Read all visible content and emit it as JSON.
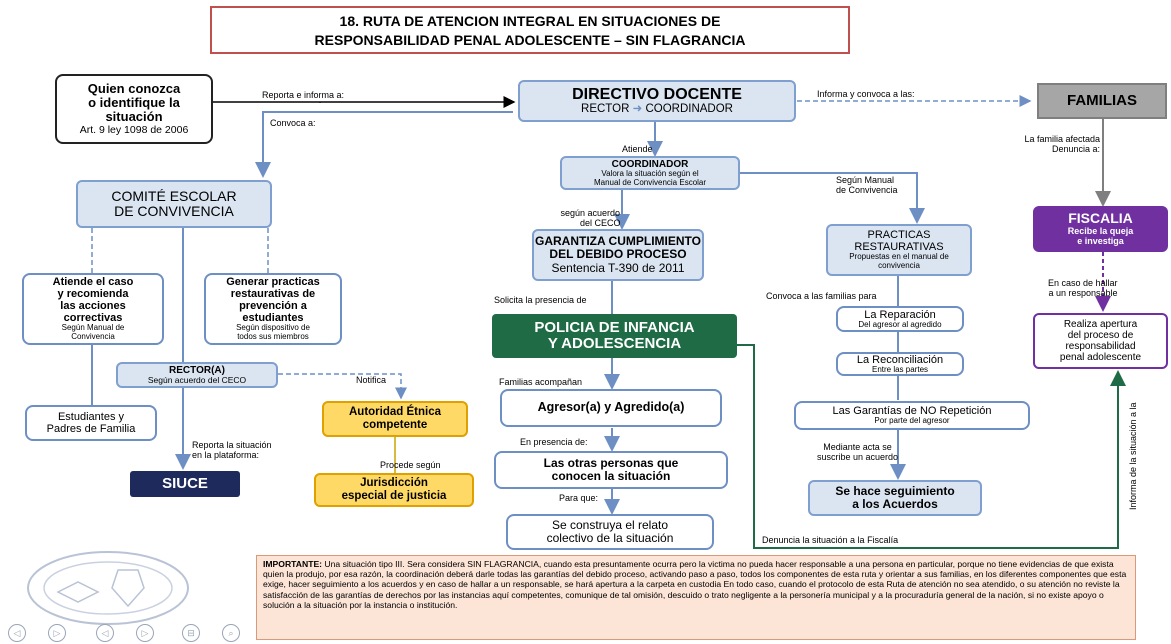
{
  "title": {
    "line1": "18. RUTA DE ATENCION INTEGRAL EN SITUACIONES DE",
    "line2": "RESPONSABILIDAD PENAL ADOLESCENTE – SIN FLAGRANCIA"
  },
  "nodes": {
    "quien": {
      "line1": "Quien conozca",
      "line2": "o identifique la",
      "line3": "situación",
      "sub": "Art. 9 ley 1098 de 2006"
    },
    "directivo": {
      "title": "DIRECTIVO DOCENTE",
      "rector": "RECTOR",
      "arrow": "➜",
      "coordinador": "COORDINADOR"
    },
    "familias": {
      "title": "FAMILIAS"
    },
    "comite": {
      "line1": "COMITÉ ESCOLAR",
      "line2": "DE CONVIVENCIA"
    },
    "coordinador": {
      "title": "COORDINADOR",
      "line1": "Valora la situación según el",
      "line2": "Manual de Convivencia Escolar"
    },
    "garantiza": {
      "line1": "GARANTIZA CUMPLIMIENTO",
      "line2": "DEL DEBIDO PROCESO",
      "line3": "Sentencia T-390 de 2011"
    },
    "practicas": {
      "line1": "PRACTICAS",
      "line2": "RESTAURATIVAS",
      "sub1": "Propuestas en el manual de",
      "sub2": "convivencia"
    },
    "fiscalia": {
      "title": "FISCALIA",
      "sub1": "Recibe la queja",
      "sub2": "e investiga"
    },
    "atiende": {
      "line1": "Atiende el caso",
      "line2": "y recomienda",
      "line3": "las acciones",
      "line4": "correctivas",
      "sub1": "Según Manual de",
      "sub2": "Convivencia"
    },
    "generar": {
      "line1": "Generar practicas",
      "line2": "restaurativas de",
      "line3": "prevención a",
      "line4": "estudiantes",
      "sub1": "Según dispositivo de",
      "sub2": "todos sus miembros"
    },
    "policia": {
      "line1": "POLICIA DE INFANCIA",
      "line2": "Y ADOLESCENCIA"
    },
    "reparacion": {
      "title": "La Reparación",
      "sub": "Del agresor al agredido"
    },
    "realiza": {
      "line1": "Realiza apertura",
      "line2": "del proceso de",
      "line3": "responsabilidad",
      "line4": "penal adolescente"
    },
    "rector": {
      "title": "RECTOR(A)",
      "sub": "Según acuerdo del CECO"
    },
    "reconciliacion": {
      "title": "La Reconciliación",
      "sub": "Entre las partes"
    },
    "agresor": {
      "text": "Agresor(a) y Agredido(a)"
    },
    "estudiantes": {
      "line1": "Estudiantes y",
      "line2": "Padres de Familia"
    },
    "autoridad": {
      "line1": "Autoridad Étnica",
      "line2": "competente"
    },
    "garantias": {
      "title": "Las Garantías de NO Repetición",
      "sub": "Por parte del agresor"
    },
    "otras": {
      "line1": "Las otras personas que",
      "line2": "conocen la situación"
    },
    "siuce": {
      "text": "SIUCE"
    },
    "jurisdiccion": {
      "line1": "Jurisdicción",
      "line2": "especial de justicia"
    },
    "seguimiento": {
      "line1": "Se hace seguimiento",
      "line2": "a los Acuerdos"
    },
    "relato": {
      "line1": "Se construya el relato",
      "line2": "colectivo de la situación"
    }
  },
  "labels": {
    "reporta": "Reporta e informa a:",
    "convoca": "Convoca a:",
    "informa": "Informa y convoca  a las:",
    "familia1": "La familia afectada",
    "familia2": "Denuncia a:",
    "atiende": "Atiende",
    "segun_manual1": "Según Manual",
    "segun_manual2": "de Convivencia",
    "acuerdo1": "según acuerdo",
    "acuerdo2": "del CECO",
    "solicita": "Solicita la presencia de",
    "convoca_familias": "Convoca a las familias para",
    "hallar1": "En caso de hallar",
    "hallar2": "a un responsable",
    "notifica": "Notifica",
    "familias_acompanan": "Familias acompañan",
    "reporta_sit1": "Reporta la situación",
    "reporta_sit2": "en la plataforma:",
    "en_presencia": "En presencia de:",
    "mediante1": "Mediante acta se",
    "mediante2": "suscribe un acuerdo",
    "procede": "Procede según",
    "para_que": "Para que:",
    "denuncia": "Denuncia la situación a la Fiscalía",
    "informa_vertical": "Informa de la situación a la"
  },
  "important": {
    "heading": "IMPORTANTE:",
    "text": " Una situación tipo III. Sera considera SIN FLAGRANCIA, cuando esta presuntamente ocurra pero la victima no pueda hacer responsable a una persona en particular, porque no tiene evidencias de que exista quien la produjo, por esa razón, la coordinación deberá darle todas las garantías del debido proceso, activando paso a paso, todos los componentes de esta ruta y orientar a sus familias, en los diferentes componentes que esta exige, hacer seguimiento a los acuerdos y en caso de hallar a un responsable, se hará apertura a la carpeta en custodia En todo caso, cuando el protocolo de esta Ruta de atención no sea atendido, o su atención no reviste la satisfacción de las garantías de derechos por las instancias aquí competentes, comunique de tal omisión, descuido o trato negligente a la personería municipal y a la procuraduría general de la nación, si no existe apoyo o solución a la situación por la instancia o institución."
  },
  "nav": [
    "◁",
    "▷",
    "◁",
    "▷",
    "⊟",
    "⌕"
  ],
  "colors": {
    "blue_fill": "#dbe5f1",
    "blue_border": "#7f9fcf",
    "green": "#1e6b45",
    "purple": "#7030a0",
    "navy": "#1f2a5c",
    "yellow": "#ffd966",
    "yellow_border": "#e0a000",
    "gray": "#a6a6a6",
    "title_border": "#c0504d"
  }
}
